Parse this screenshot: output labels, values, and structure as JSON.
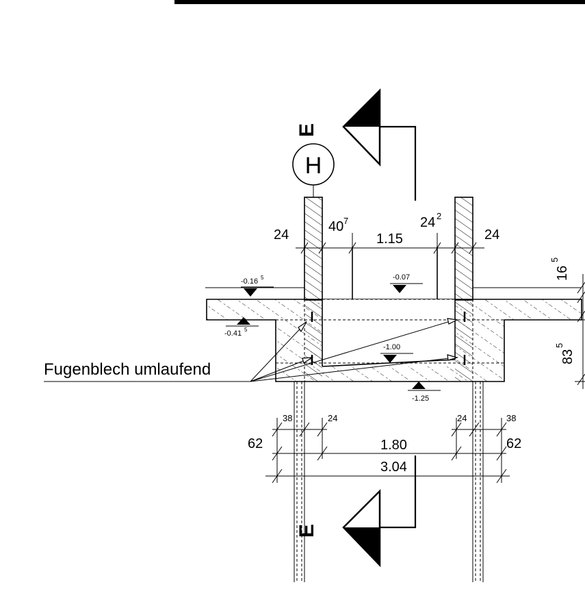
{
  "section_label_top": "E",
  "section_label_bottom": "E",
  "axis_label": "H",
  "note": "Fugenblech umlaufend",
  "dims_top": {
    "d24_left": "24",
    "d40": "40",
    "d40_sup": "7",
    "d115": "1.15",
    "d24_2": "24",
    "d24_2_sup": "2",
    "d24_right": "24"
  },
  "dims_right": {
    "d16": "16",
    "d16_sup": "5",
    "d83": "83",
    "d83_sup": "5"
  },
  "levels": {
    "l1": "-0.16",
    "l1_sup": "5",
    "l2": "-0.07",
    "l3": "-0.41",
    "l3_sup": "5",
    "l4": "-1.00",
    "l5": "-1.25"
  },
  "dims_bottom": {
    "d38_left": "38",
    "d24_left": "24",
    "d24_right": "24",
    "d38_right": "38",
    "d62_left": "62",
    "d62_right": "62",
    "d180": "1.80",
    "d304": "3.04"
  }
}
